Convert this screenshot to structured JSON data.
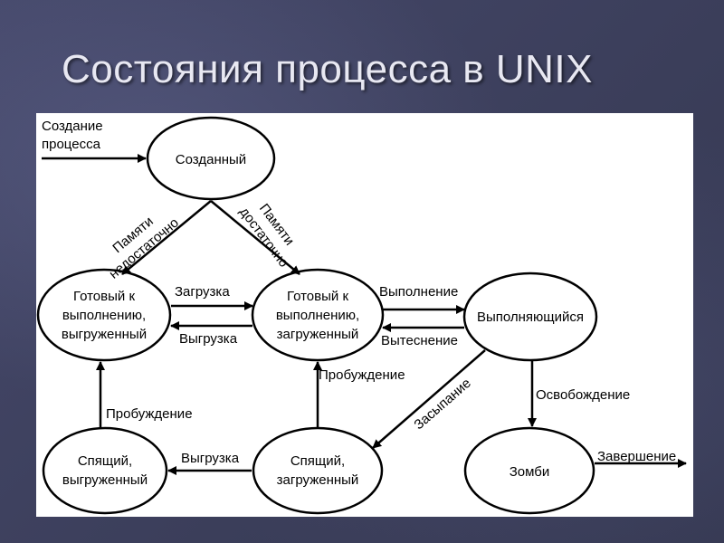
{
  "title": "Состояния процесса в UNIX",
  "states": {
    "created": [
      "Созданный"
    ],
    "ready_swapped": [
      "Готовый к",
      "выполнению,",
      "выгруженный"
    ],
    "ready_loaded": [
      "Готовый к",
      "выполнению,",
      "загруженный"
    ],
    "running": [
      "Выполняющийся"
    ],
    "sleep_swapped": [
      "Спящий,",
      "выгруженный"
    ],
    "sleep_loaded": [
      "Спящий,",
      "загруженный"
    ],
    "zombie": [
      "Зомби"
    ]
  },
  "transitions": {
    "creation": [
      "Создание",
      "процесса"
    ],
    "mem_insufficient": [
      "Памяти",
      "недостаточно"
    ],
    "mem_sufficient": [
      "Памяти",
      "достаточно"
    ],
    "load": "Загрузка",
    "unload_top": "Выгрузка",
    "execute": "Выполнение",
    "preempt": "Вытеснение",
    "wakeup_loaded": "Пробуждение",
    "wakeup_swapped": "Пробуждение",
    "sleep": "Засыпание",
    "release": "Освобождение",
    "unload_bottom": "Выгрузка",
    "exit": "Завершение"
  }
}
